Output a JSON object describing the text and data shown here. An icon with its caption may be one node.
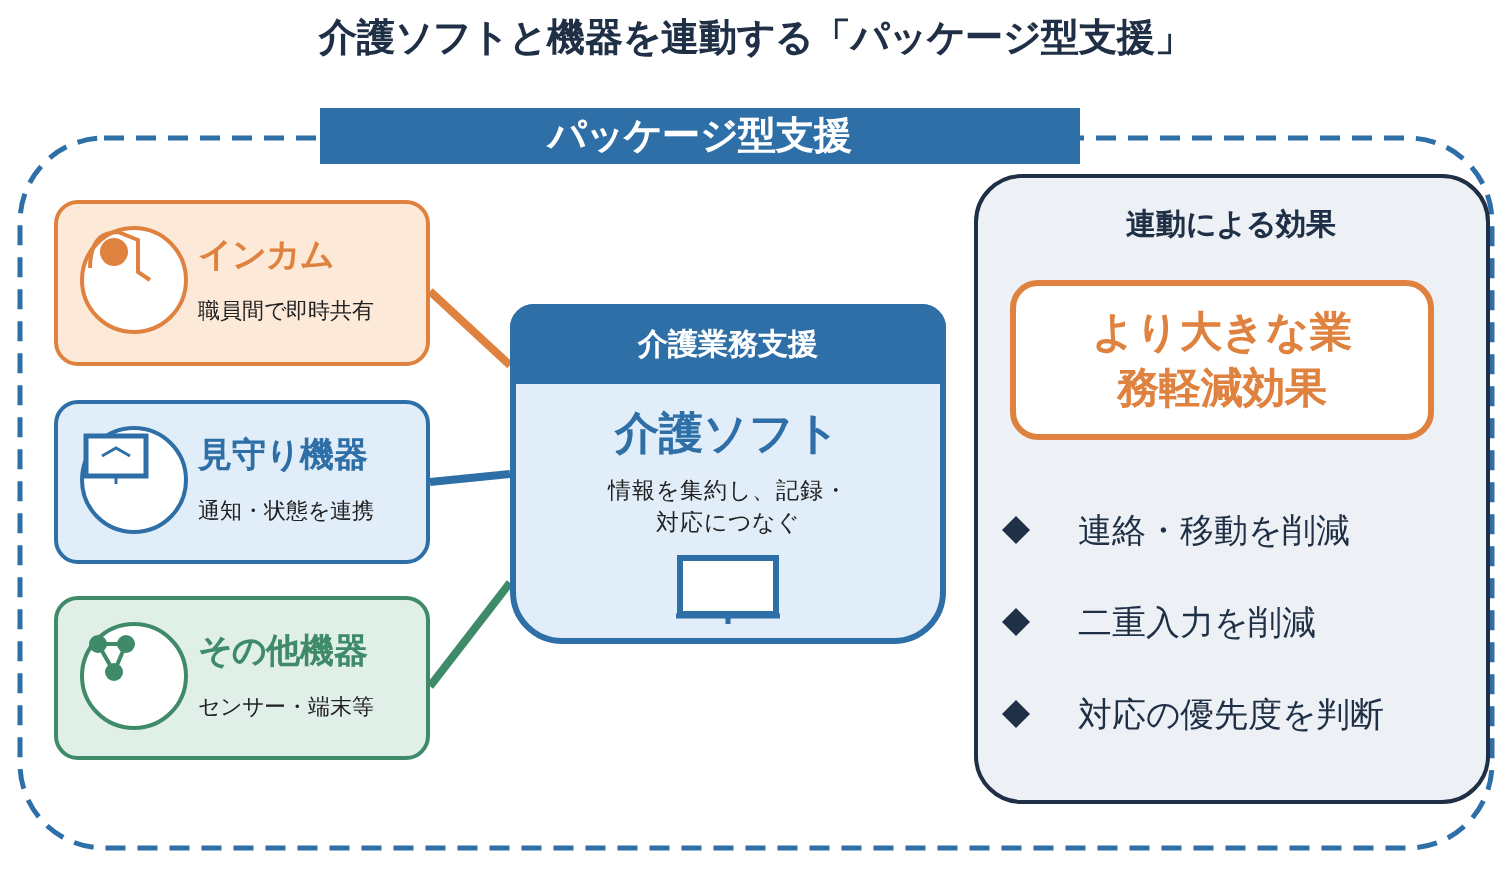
{
  "diagram": {
    "title": "介護ソフトと機器を連動する「パッケージ型支援」",
    "nodes": [
      {
        "text": [
          "パッケージ型支援"
        ]
      },
      {
        "text": [
          "インカム",
          "職員間で即時共有"
        ],
        "in": 0
      },
      {
        "text": [
          "見守り機器",
          "通知・状態を連携"
        ],
        "in": 0
      },
      {
        "text": [
          "その他機器",
          "センサー・端末等"
        ],
        "in": 0
      },
      {
        "text": [
          "介護業務支援",
          "介護ソフト",
          "情報を集約し、記録・対応につなぐ"
        ],
        "in": 0
      },
      {
        "text": [
          "連動による効果",
          "連絡・移動を削減",
          "二重入力を削減",
          "対応の優先度を判断"
        ],
        "in": 0
      },
      {
        "text": [
          "より大きな業務軽減効果"
        ],
        "in": 5
      }
    ],
    "edges": [
      {
        "from": 1,
        "to": 4,
        "arrow": "none",
        "color": "#e0823f"
      },
      {
        "from": 2,
        "to": 4,
        "arrow": "none",
        "color": "#2e6fa7"
      },
      {
        "from": 3,
        "to": 4,
        "arrow": "none",
        "color": "#3f8a68"
      }
    ]
  }
}
